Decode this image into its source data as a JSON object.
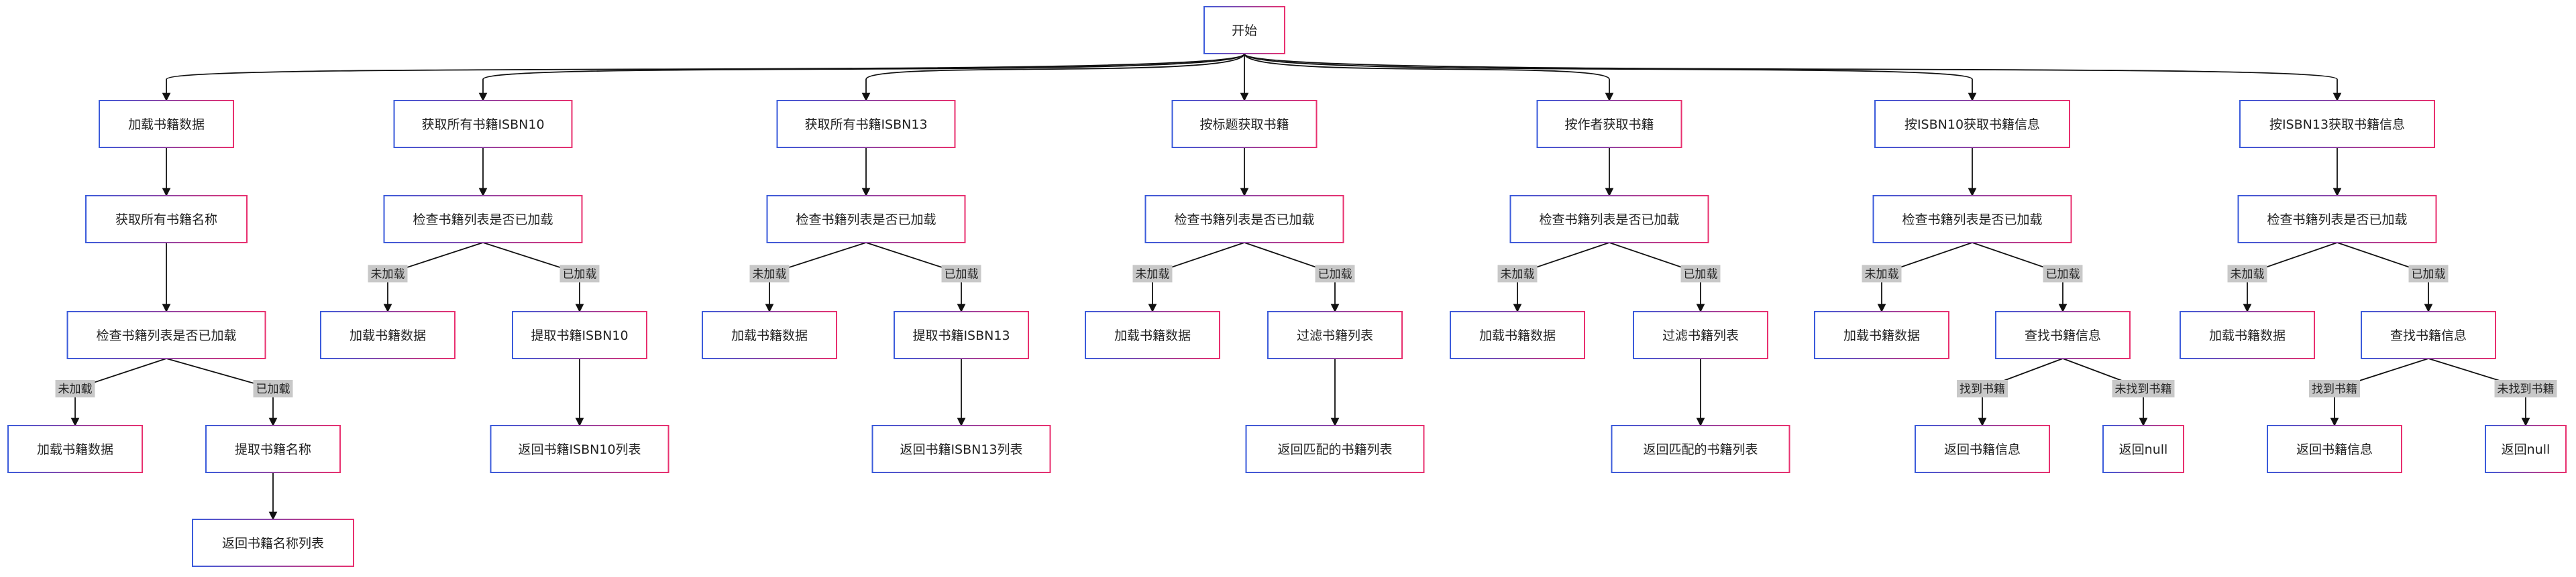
{
  "colors": {
    "border_start": "#3b5bdb",
    "border_end": "#e8306f",
    "edge": "#111111",
    "edge_label_bg": "#c8c8c8",
    "text": "#222222"
  },
  "nodes": {
    "start": "开始",
    "c1": {
      "load": "加载书籍数据",
      "names": "获取所有书籍名称",
      "check": "检查书籍列表是否已加载",
      "loadData": "加载书籍数据",
      "extract": "提取书籍名称",
      "ret": "返回书籍名称列表"
    },
    "c2": {
      "root": "获取所有书籍ISBN10",
      "check": "检查书籍列表是否已加载",
      "load": "加载书籍数据",
      "extract": "提取书籍ISBN10",
      "ret": "返回书籍ISBN10列表"
    },
    "c3": {
      "root": "获取所有书籍ISBN13",
      "check": "检查书籍列表是否已加载",
      "load": "加载书籍数据",
      "extract": "提取书籍ISBN13",
      "ret": "返回书籍ISBN13列表"
    },
    "c4": {
      "root": "按标题获取书籍",
      "check": "检查书籍列表是否已加载",
      "load": "加载书籍数据",
      "filter": "过滤书籍列表",
      "ret": "返回匹配的书籍列表"
    },
    "c5": {
      "root": "按作者获取书籍",
      "check": "检查书籍列表是否已加载",
      "load": "加载书籍数据",
      "filter": "过滤书籍列表",
      "ret": "返回匹配的书籍列表"
    },
    "c6": {
      "root": "按ISBN10获取书籍信息",
      "check": "检查书籍列表是否已加载",
      "load": "加载书籍数据",
      "find": "查找书籍信息",
      "found": "返回书籍信息",
      "notfound": "返回null"
    },
    "c7": {
      "root": "按ISBN13获取书籍信息",
      "check": "检查书籍列表是否已加载",
      "load": "加载书籍数据",
      "find": "查找书籍信息",
      "found": "返回书籍信息",
      "notfound": "返回null"
    }
  },
  "edge_labels": {
    "not_loaded": "未加载",
    "loaded": "已加载",
    "found": "找到书籍",
    "not_found": "未找到书籍"
  }
}
